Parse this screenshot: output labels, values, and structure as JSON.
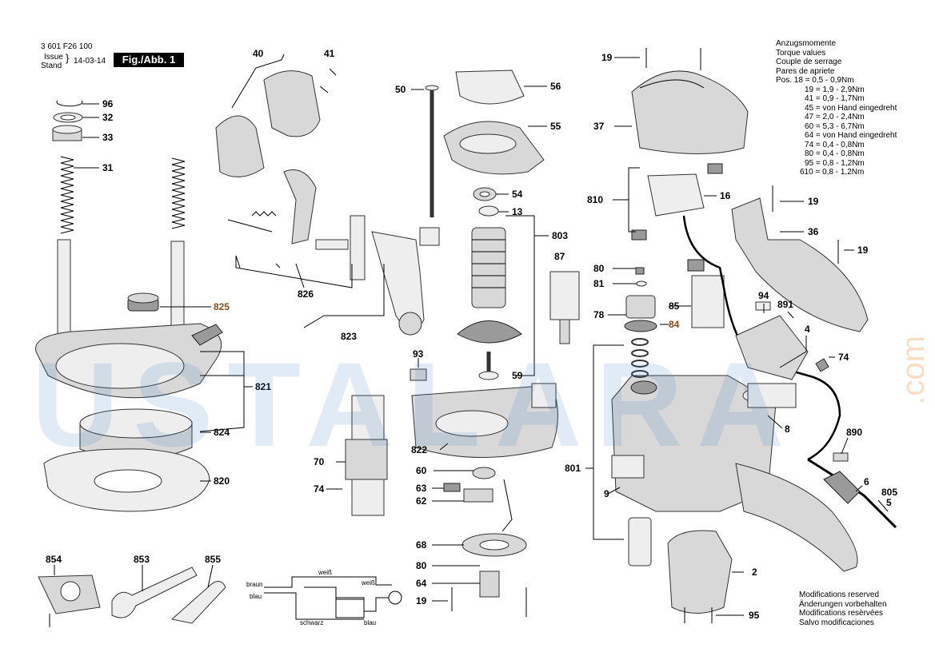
{
  "header": {
    "doc_number": "3 601 F26 100",
    "issue_label": "Issue",
    "stand_label": "Stand",
    "issue_date": "14-03-14",
    "figure": "Fig./Abb. 1"
  },
  "torque": {
    "lines": [
      "Anzugsmomente",
      "Torque values",
      "Couple de serrage",
      "Pares de apriete",
      "Pos. 18 = 0,5 - 0,9Nm",
      "19 = 1,9 - 2,9Nm",
      "41 = 0,9 - 1,7Nm",
      "45 = von Hand eingedreht",
      "47 = 2,0 - 2,4Nm",
      "60 = 5,3 - 6,7Nm",
      "64 = von Hand eingedreht",
      "74 = 0,4 - 0,8Nm",
      "80 = 0,4 - 0,8Nm",
      "95 = 0,8 - 1,2Nm",
      "610 = 0,8 - 1,2Nm"
    ]
  },
  "modifications": [
    "Modifications reserved",
    "Änderungen vorbehalten",
    "Modifications resèrvées",
    "Salvo modificaciones"
  ],
  "wiring": {
    "braun": "braun",
    "weiss1": "weiß",
    "weiss2": "weiß",
    "blau1": "blau",
    "schwarz": "schwarz",
    "blau2": "blau"
  },
  "watermark": {
    "text": "USTALARA",
    "domain": ".com"
  },
  "part_labels": {
    "p96": "96",
    "p32": "32",
    "p33": "33",
    "p31": "31",
    "p40": "40",
    "p41": "41",
    "p50": "50",
    "p56": "56",
    "p55": "55",
    "p54": "54",
    "p13": "13",
    "p803": "803",
    "p87": "87",
    "p826": "826",
    "p823": "823",
    "p825": "825",
    "p821": "821",
    "p824": "824",
    "p820": "820",
    "p93": "93",
    "p59": "59",
    "p70": "70",
    "p74a": "74",
    "p822": "822",
    "p60": "60",
    "p63": "63",
    "p62": "62",
    "p68": "68",
    "p80a": "80",
    "p64": "64",
    "p19a": "19",
    "p854": "854",
    "p853": "853",
    "p855": "855",
    "p19b": "19",
    "p37": "37",
    "p810": "810",
    "p16": "16",
    "p19c": "19",
    "p36": "36",
    "p19d": "19",
    "p80b": "80",
    "p81": "81",
    "p78": "78",
    "p85": "85",
    "p84": "84",
    "p94": "94",
    "p891": "891",
    "p4": "4",
    "p74b": "74",
    "p8": "8",
    "p890": "890",
    "p801": "801",
    "p9": "9",
    "p6": "6",
    "p805": "805",
    "p5": "5",
    "p2": "2",
    "p95": "95"
  }
}
